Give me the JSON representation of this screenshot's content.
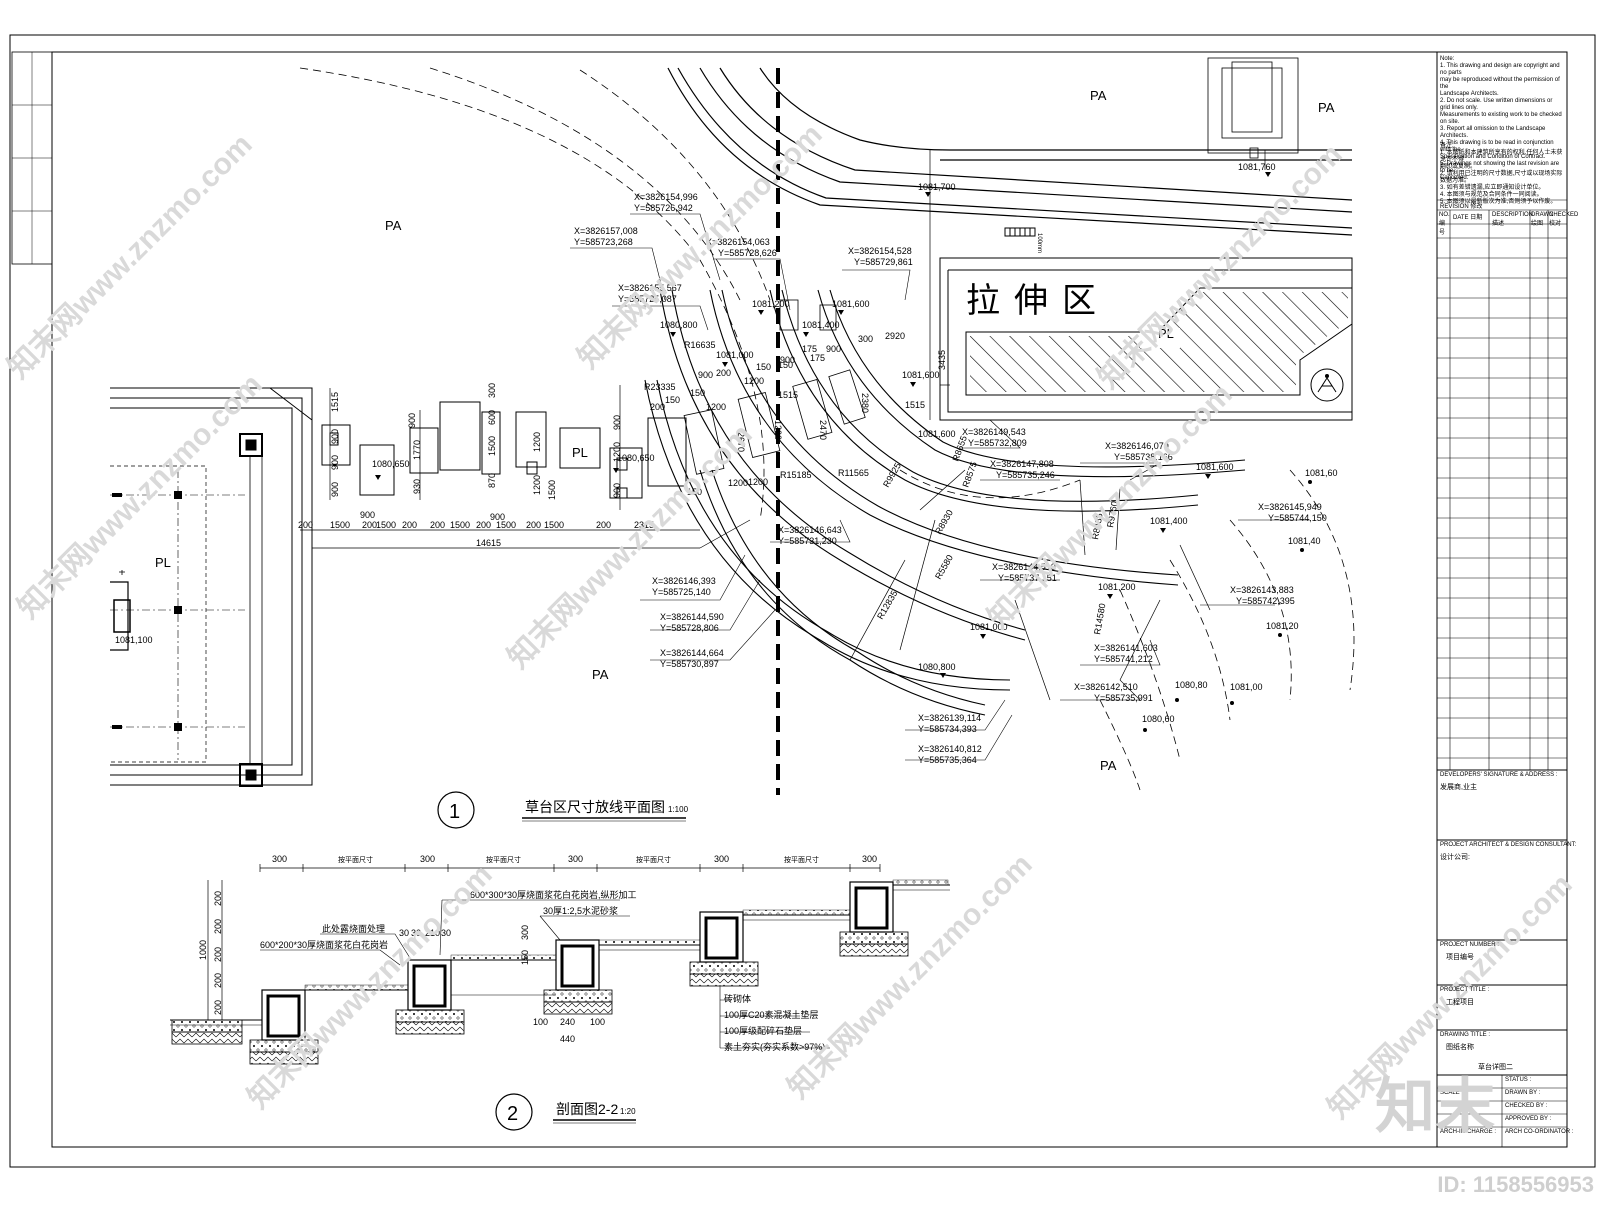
{
  "plan": {
    "zone_labels": [
      "PA",
      "PA",
      "PA",
      "PA",
      "PA",
      "PL",
      "PL",
      "PL",
      "PL"
    ],
    "area_title": "拉伸区",
    "dim_100mm": "100mm",
    "elevations": [
      "1081,700",
      "1081,760",
      "1081,200",
      "1081,600",
      "1081,400",
      "1080,800",
      "1081,000",
      "1081,600",
      "1081,600",
      "1080,650",
      "1080,650",
      "1081,100",
      "1081,600",
      "1081,400",
      "1081,200",
      "1081,000",
      "1080,800",
      "1081,60",
      "1081,40",
      "1081,20",
      "1081,00",
      "1080,80",
      "1080,60"
    ],
    "coordinates": [
      [
        "X=3826154,996",
        "Y=585726,942"
      ],
      [
        "X=3826157,008",
        "Y=585723,268"
      ],
      [
        "X=3826154,063",
        "Y=585728,626"
      ],
      [
        "X=3826154,528",
        "Y=585729,861"
      ],
      [
        "X=3826155,567",
        "Y=585725,087"
      ],
      [
        "X=3826149,543",
        "Y=585732,809"
      ],
      [
        "X=3826146,070",
        "Y=585738,166"
      ],
      [
        "X=3826147,808",
        "Y=585735,246"
      ],
      [
        "X=3826145,949",
        "Y=585744,150"
      ],
      [
        "X=3826146,643",
        "Y=585731,230"
      ],
      [
        "X=3826144,510",
        "Y=585737,151"
      ],
      [
        "X=3826143,883",
        "Y=585742,395"
      ],
      [
        "X=3826146,393",
        "Y=585725,140"
      ],
      [
        "X=3826144,590",
        "Y=585728,806"
      ],
      [
        "X=3826144,664",
        "Y=585730,897"
      ],
      [
        "X=3826141,603",
        "Y=585741,212"
      ],
      [
        "X=3826142,510",
        "Y=585735,991"
      ],
      [
        "X=3826139,114",
        "Y=585734,393"
      ],
      [
        "X=3826140,812",
        "Y=585735,364"
      ]
    ],
    "radii": [
      "R16635",
      "R23335",
      "R15185",
      "R11565",
      "R9925",
      "R8655",
      "R8575",
      "R9760",
      "R8485",
      "R8930",
      "R5580",
      "R12835",
      "R14580"
    ],
    "dims_top": [
      "900",
      "1200",
      "1200",
      "1200",
      "150",
      "150",
      "150",
      "200",
      "200",
      "900",
      "175",
      "175",
      "900",
      "300",
      "2920",
      "3435",
      "1515",
      "2470",
      "2380",
      "2670",
      "1200",
      "1200",
      "150",
      "150",
      "1515"
    ],
    "dims_left": [
      "1515",
      "900",
      "900",
      "900",
      "1770",
      "930",
      "600",
      "1500",
      "870",
      "300",
      "1200",
      "1200",
      "1500",
      "900",
      "1200",
      "900",
      "900",
      "900",
      "900"
    ],
    "dims_row": [
      "200",
      "1500",
      "200",
      "1500",
      "200",
      "200",
      "1500",
      "200",
      "1500",
      "200",
      "1500",
      "200",
      "2315"
    ],
    "dim_total": "14615",
    "title_number": "1",
    "title": "草台区尺寸放线平面图",
    "scale": "1:100"
  },
  "section": {
    "top_dims": [
      "300",
      "按平面尺寸",
      "300",
      "按平面尺寸",
      "300",
      "按平面尺寸",
      "300",
      "按平面尺寸",
      "300"
    ],
    "left_dims": [
      "200",
      "200",
      "200",
      "200",
      "200",
      "1000"
    ],
    "small_dims": [
      "30",
      "30",
      "210",
      "30",
      "150",
      "300",
      "100",
      "240",
      "100",
      "440"
    ],
    "notes": [
      "600*300*30厚烧面浆花白花岗岩,纵形加工",
      "30厚1:2,5水泥砂浆",
      "此处露烧面处理",
      "600*200*30厚烧面浆花白花岗岩"
    ],
    "layers": [
      "砖砌体",
      "100厚C20素混凝土垫层",
      "100厚级配碎石垫层",
      "素土夯实(夯实系数>97%)"
    ],
    "title_number": "2",
    "title": "剖面图2-2",
    "scale": "1:20"
  },
  "title_block": {
    "notes_en": "Note:\n1. This drawing and design are copyright and no parts\nmay be reproduced without the permission of the\nLandscape Architects.\n2. Do not scale. Use written dimensions or grid lines only.\nMeasurements to existing work to be checked on site.\n3. Report all omission to the Landscape Architects.\n4. This drawing is to be read in conjunction with the\nSpecification and Condition of Contract.\n5. Drawings not showing the last revision are to be\nCancelled.",
    "notes_cn": "备注:\n1. 本图纸和本建筑所享有的权利,任何人士未获允许不得\n翻印或复制。\n2. 请利用已注明的尺寸数据,尺寸或以现场实际数据为准。\n3. 如有差错遗漏,应立即通知设计单位。\n4. 本图须与规范及合同条件一同阅读。\n5. 本图须以最新版次为准,否则须予以作废。",
    "revision_label": "REVISION 修改",
    "revision_cols": [
      "NO. 编号",
      "DATE 日期",
      "DESCRIPTION 描述",
      "DRAWN 绘图",
      "CHECKED 校对"
    ],
    "developer_label": "DEVELOPERS' SIGNATURE & ADDRESS :",
    "developer_value": "发展商,业主",
    "architect_label": "PROJECT ARCHITECT & DESIGN CONSULTANT:",
    "architect_value": "设计公司:",
    "project_number_label": "PROJECT NUMBER :",
    "project_number_value": "项目编号",
    "project_title_label": "PROJECT TITLE :",
    "project_title_value": "工程项目",
    "drawing_title_label": "DRAWING TITLE :",
    "drawing_title_value": "图纸名称",
    "drawing_title_sub": "草台详图二",
    "status_label": "STATUS :",
    "scale_label": "SCALE :",
    "drawn_label": "DRAWN BY :",
    "checked_label": "CHECKED BY :",
    "approved_label": "APPROVED BY :",
    "incharge_label": "ARCH-IN-CHARGE :",
    "coordinator_label": "ARCH CO-ORDINATOR :"
  },
  "watermark": {
    "text": "知末网www.znzmo.com",
    "logo": "知末",
    "id": "ID: 1158556953"
  }
}
